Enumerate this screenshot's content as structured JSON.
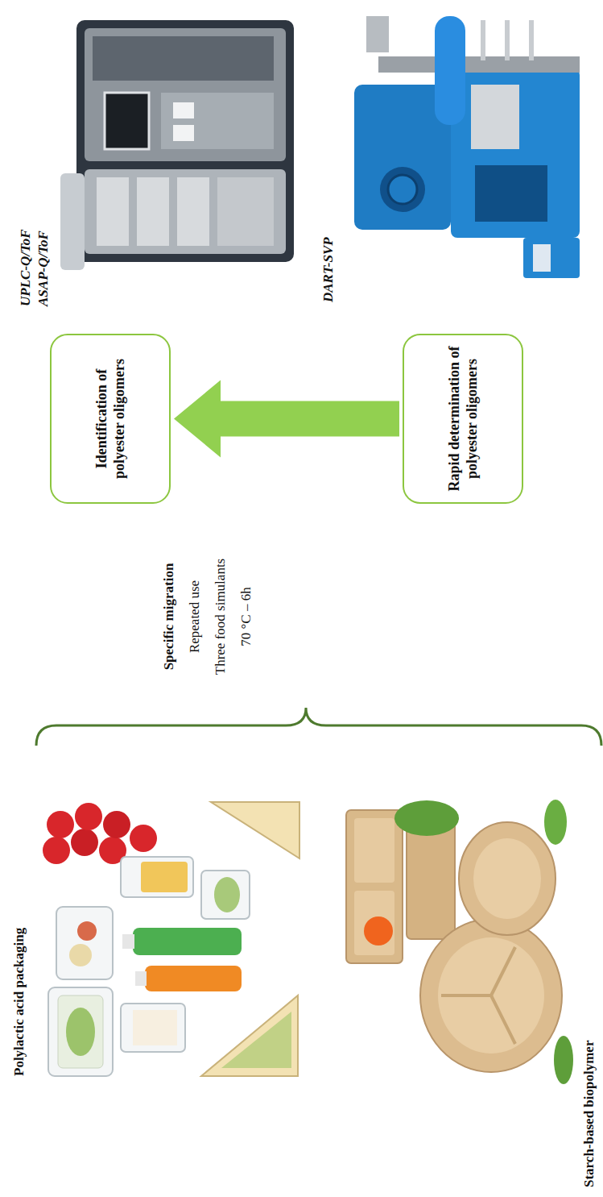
{
  "diagram": {
    "nodes": [
      {
        "text": [
          "Identification of polyester oligomers"
        ]
      },
      {
        "text": [
          "Rapid determination of polyester oligomers"
        ]
      }
    ],
    "edges": [
      {
        "from": 1,
        "to": 0,
        "arrow": "to"
      }
    ],
    "labels": [
      "Polylactic acid packaging",
      "Starch-based biopolymer",
      "Specific migration",
      "Repeated use",
      "Three food simulants",
      "70 °C – 6h",
      "UPLC-Q/ToF",
      "ASAP-Q/ToF",
      "DART-SVP"
    ]
  }
}
